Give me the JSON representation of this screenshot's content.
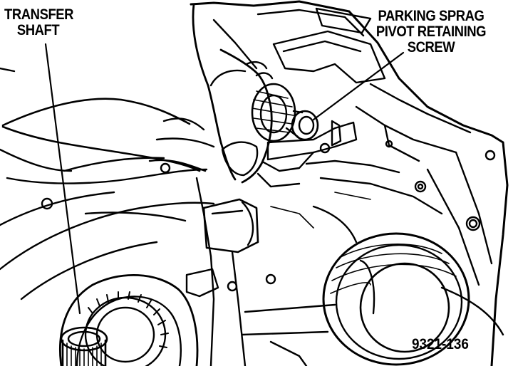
{
  "labels": {
    "transfer_shaft": [
      "TRANSFER",
      "SHAFT"
    ],
    "parking_sprag_screw": [
      "PARKING SPRAG",
      "PIVOT RETAINING",
      "SCREW"
    ]
  },
  "figure_number": "9321-136",
  "colors": {
    "line": "#000000",
    "background": "#ffffff"
  }
}
